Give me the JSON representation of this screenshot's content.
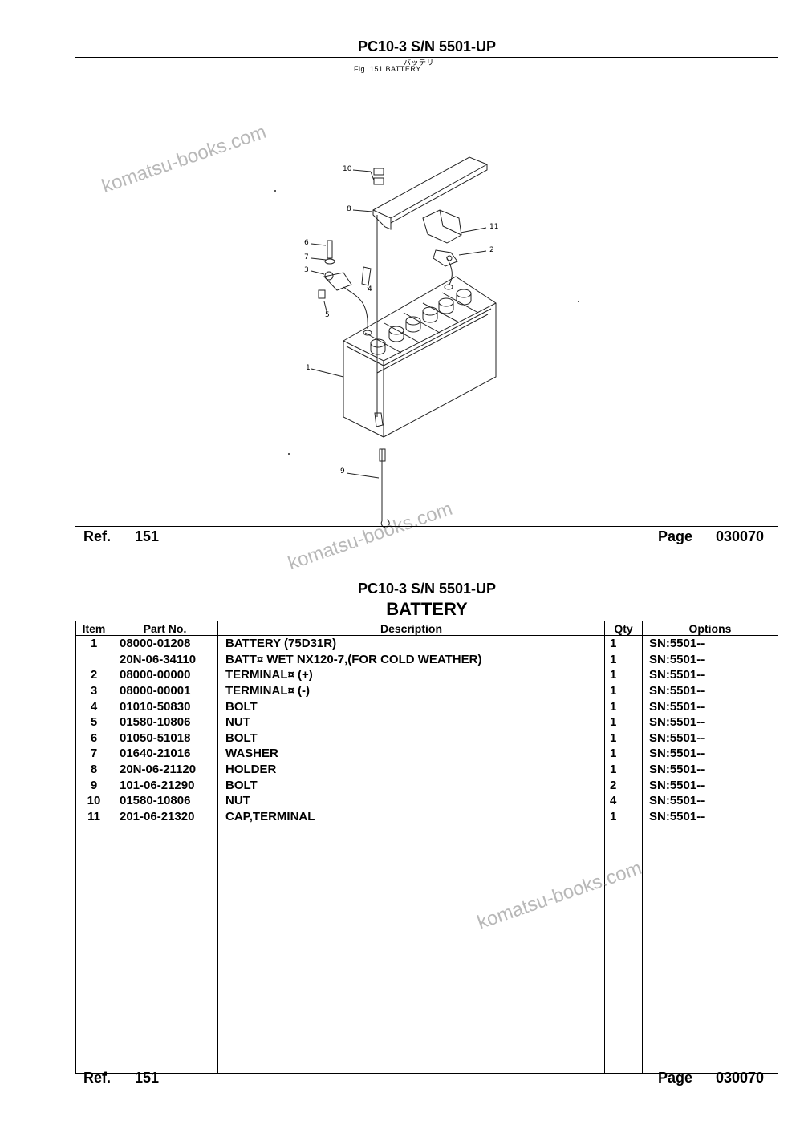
{
  "top": {
    "model_title": "PC10-3 S/N 5501-UP",
    "fig_caption_jp": "バッテリ",
    "fig_caption": "Fig. 151   BATTERY"
  },
  "diagram": {
    "callouts": [
      "10",
      "8",
      "11",
      "2",
      "6",
      "7",
      "3",
      "4",
      "5",
      "1",
      "9"
    ]
  },
  "top_footer": {
    "ref_label": "Ref.",
    "ref_value": "151",
    "page_label": "Page",
    "page_value": "030070"
  },
  "bottom": {
    "model_title": "PC10-3 S/N 5501-UP",
    "section_title": "BATTERY"
  },
  "table": {
    "headers": {
      "item": "Item",
      "part": "Part No.",
      "desc": "Description",
      "qty": "Qty",
      "options": "Options"
    },
    "rows": [
      {
        "item": "1",
        "part": "08000-01208",
        "desc": "BATTERY (75D31R)",
        "qty": "1",
        "options": "SN:5501--"
      },
      {
        "item": "",
        "part": "20N-06-34110",
        "desc": "BATT¤ WET NX120-7,(FOR COLD WEATHER)",
        "qty": "1",
        "options": "SN:5501--"
      },
      {
        "item": "2",
        "part": "08000-00000",
        "desc": "TERMINAL¤ (+)",
        "qty": "1",
        "options": "SN:5501--"
      },
      {
        "item": "3",
        "part": "08000-00001",
        "desc": "TERMINAL¤ (-)",
        "qty": "1",
        "options": "SN:5501--"
      },
      {
        "item": "4",
        "part": "01010-50830",
        "desc": "BOLT",
        "qty": "1",
        "options": "SN:5501--"
      },
      {
        "item": "5",
        "part": "01580-10806",
        "desc": "NUT",
        "qty": "1",
        "options": "SN:5501--"
      },
      {
        "item": "6",
        "part": "01050-51018",
        "desc": "BOLT",
        "qty": "1",
        "options": "SN:5501--"
      },
      {
        "item": "7",
        "part": "01640-21016",
        "desc": "WASHER",
        "qty": "1",
        "options": "SN:5501--"
      },
      {
        "item": "8",
        "part": "20N-06-21120",
        "desc": "HOLDER",
        "qty": "1",
        "options": "SN:5501--"
      },
      {
        "item": "9",
        "part": "101-06-21290",
        "desc": "BOLT",
        "qty": "2",
        "options": "SN:5501--"
      },
      {
        "item": "10",
        "part": "01580-10806",
        "desc": "NUT",
        "qty": "4",
        "options": "SN:5501--"
      },
      {
        "item": "11",
        "part": "201-06-21320",
        "desc": "CAP,TERMINAL",
        "qty": "1",
        "options": "SN:5501--"
      }
    ]
  },
  "bottom_footer": {
    "ref_label": "Ref.",
    "ref_value": "151",
    "page_label": "Page",
    "page_value": "030070"
  },
  "watermark": "komatsu-books.com"
}
